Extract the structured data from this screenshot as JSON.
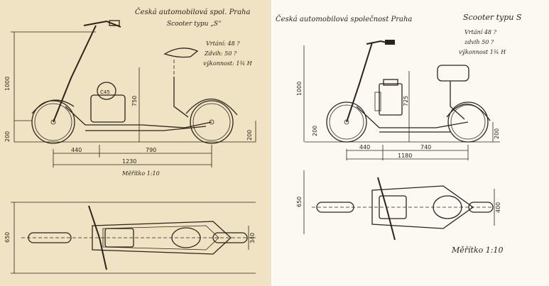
{
  "left_sheet": {
    "title_line1": "Česká automobilová spol. Praha",
    "title_line2": "Scooter typu „S“",
    "specs": [
      "Vrtání: 48 ?",
      "Zdvih: 50 ?",
      "výkonnost: 1¾ H"
    ],
    "scale": "Měřítko 1:10",
    "dim_height_total": "1000",
    "dim_ground_left": "200",
    "dim_ground_right": "200",
    "dim_mid": "750",
    "dim_front": "440",
    "dim_rear": "790",
    "dim_wheelbase": "1230",
    "dim_width": "650",
    "dim_rear_width": "340",
    "engine_label": "C45"
  },
  "right_sheet": {
    "title": "Česká automobilová společnost Praha",
    "model": "Scooter typu S",
    "specs": [
      "Vrtání 48 ?",
      "zdvih 50 ?",
      "výkonnost 1¾ H"
    ],
    "scale": "Měřítko 1:10",
    "dim_height_total": "1000",
    "dim_ground_left": "200",
    "dim_ground_right": "200",
    "dim_mid": "725",
    "dim_front": "440",
    "dim_rear": "740",
    "dim_wheelbase": "1180",
    "dim_width": "650",
    "dim_rear_width": "400"
  }
}
